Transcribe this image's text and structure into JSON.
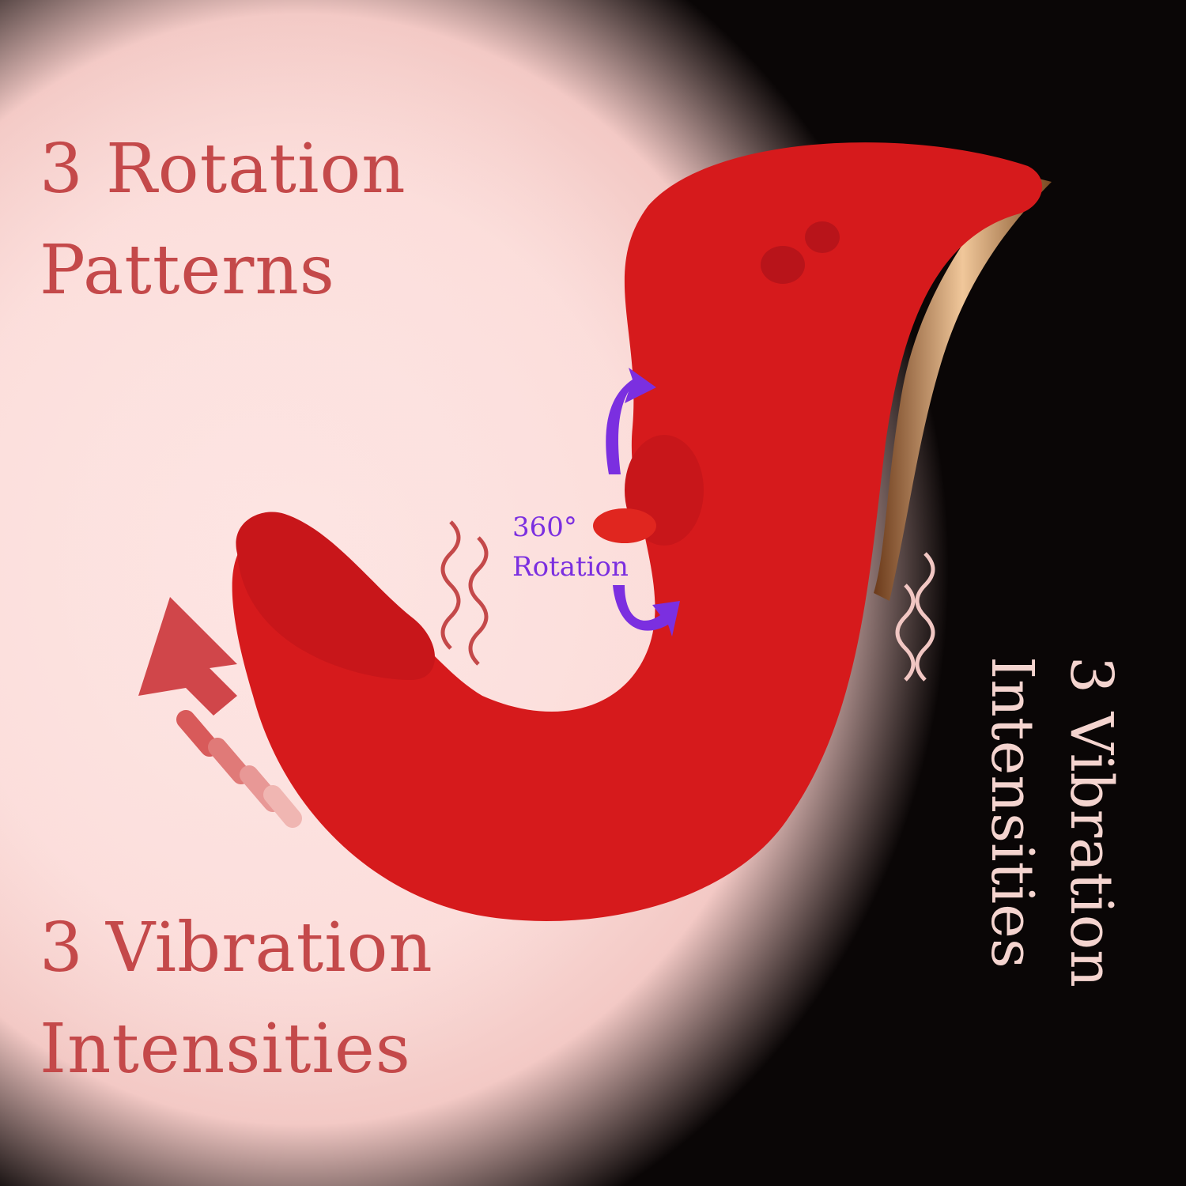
{
  "headline_top": {
    "line1": "3 Rotation",
    "line2": "Patterns"
  },
  "headline_bottom": {
    "line1": "3 Vibration",
    "line2": "Intensities"
  },
  "side_label": {
    "line1": "3 Vibration",
    "line2": "Intensities"
  },
  "rotation_label": {
    "line1": "360°",
    "line2": "Rotation"
  },
  "colors": {
    "accent_text": "#c4494a",
    "product_red": "#d8191c",
    "rotation_arrow": "#7b2fe0",
    "side_text": "#f4d4cf",
    "background_dark": "#0a0606"
  }
}
